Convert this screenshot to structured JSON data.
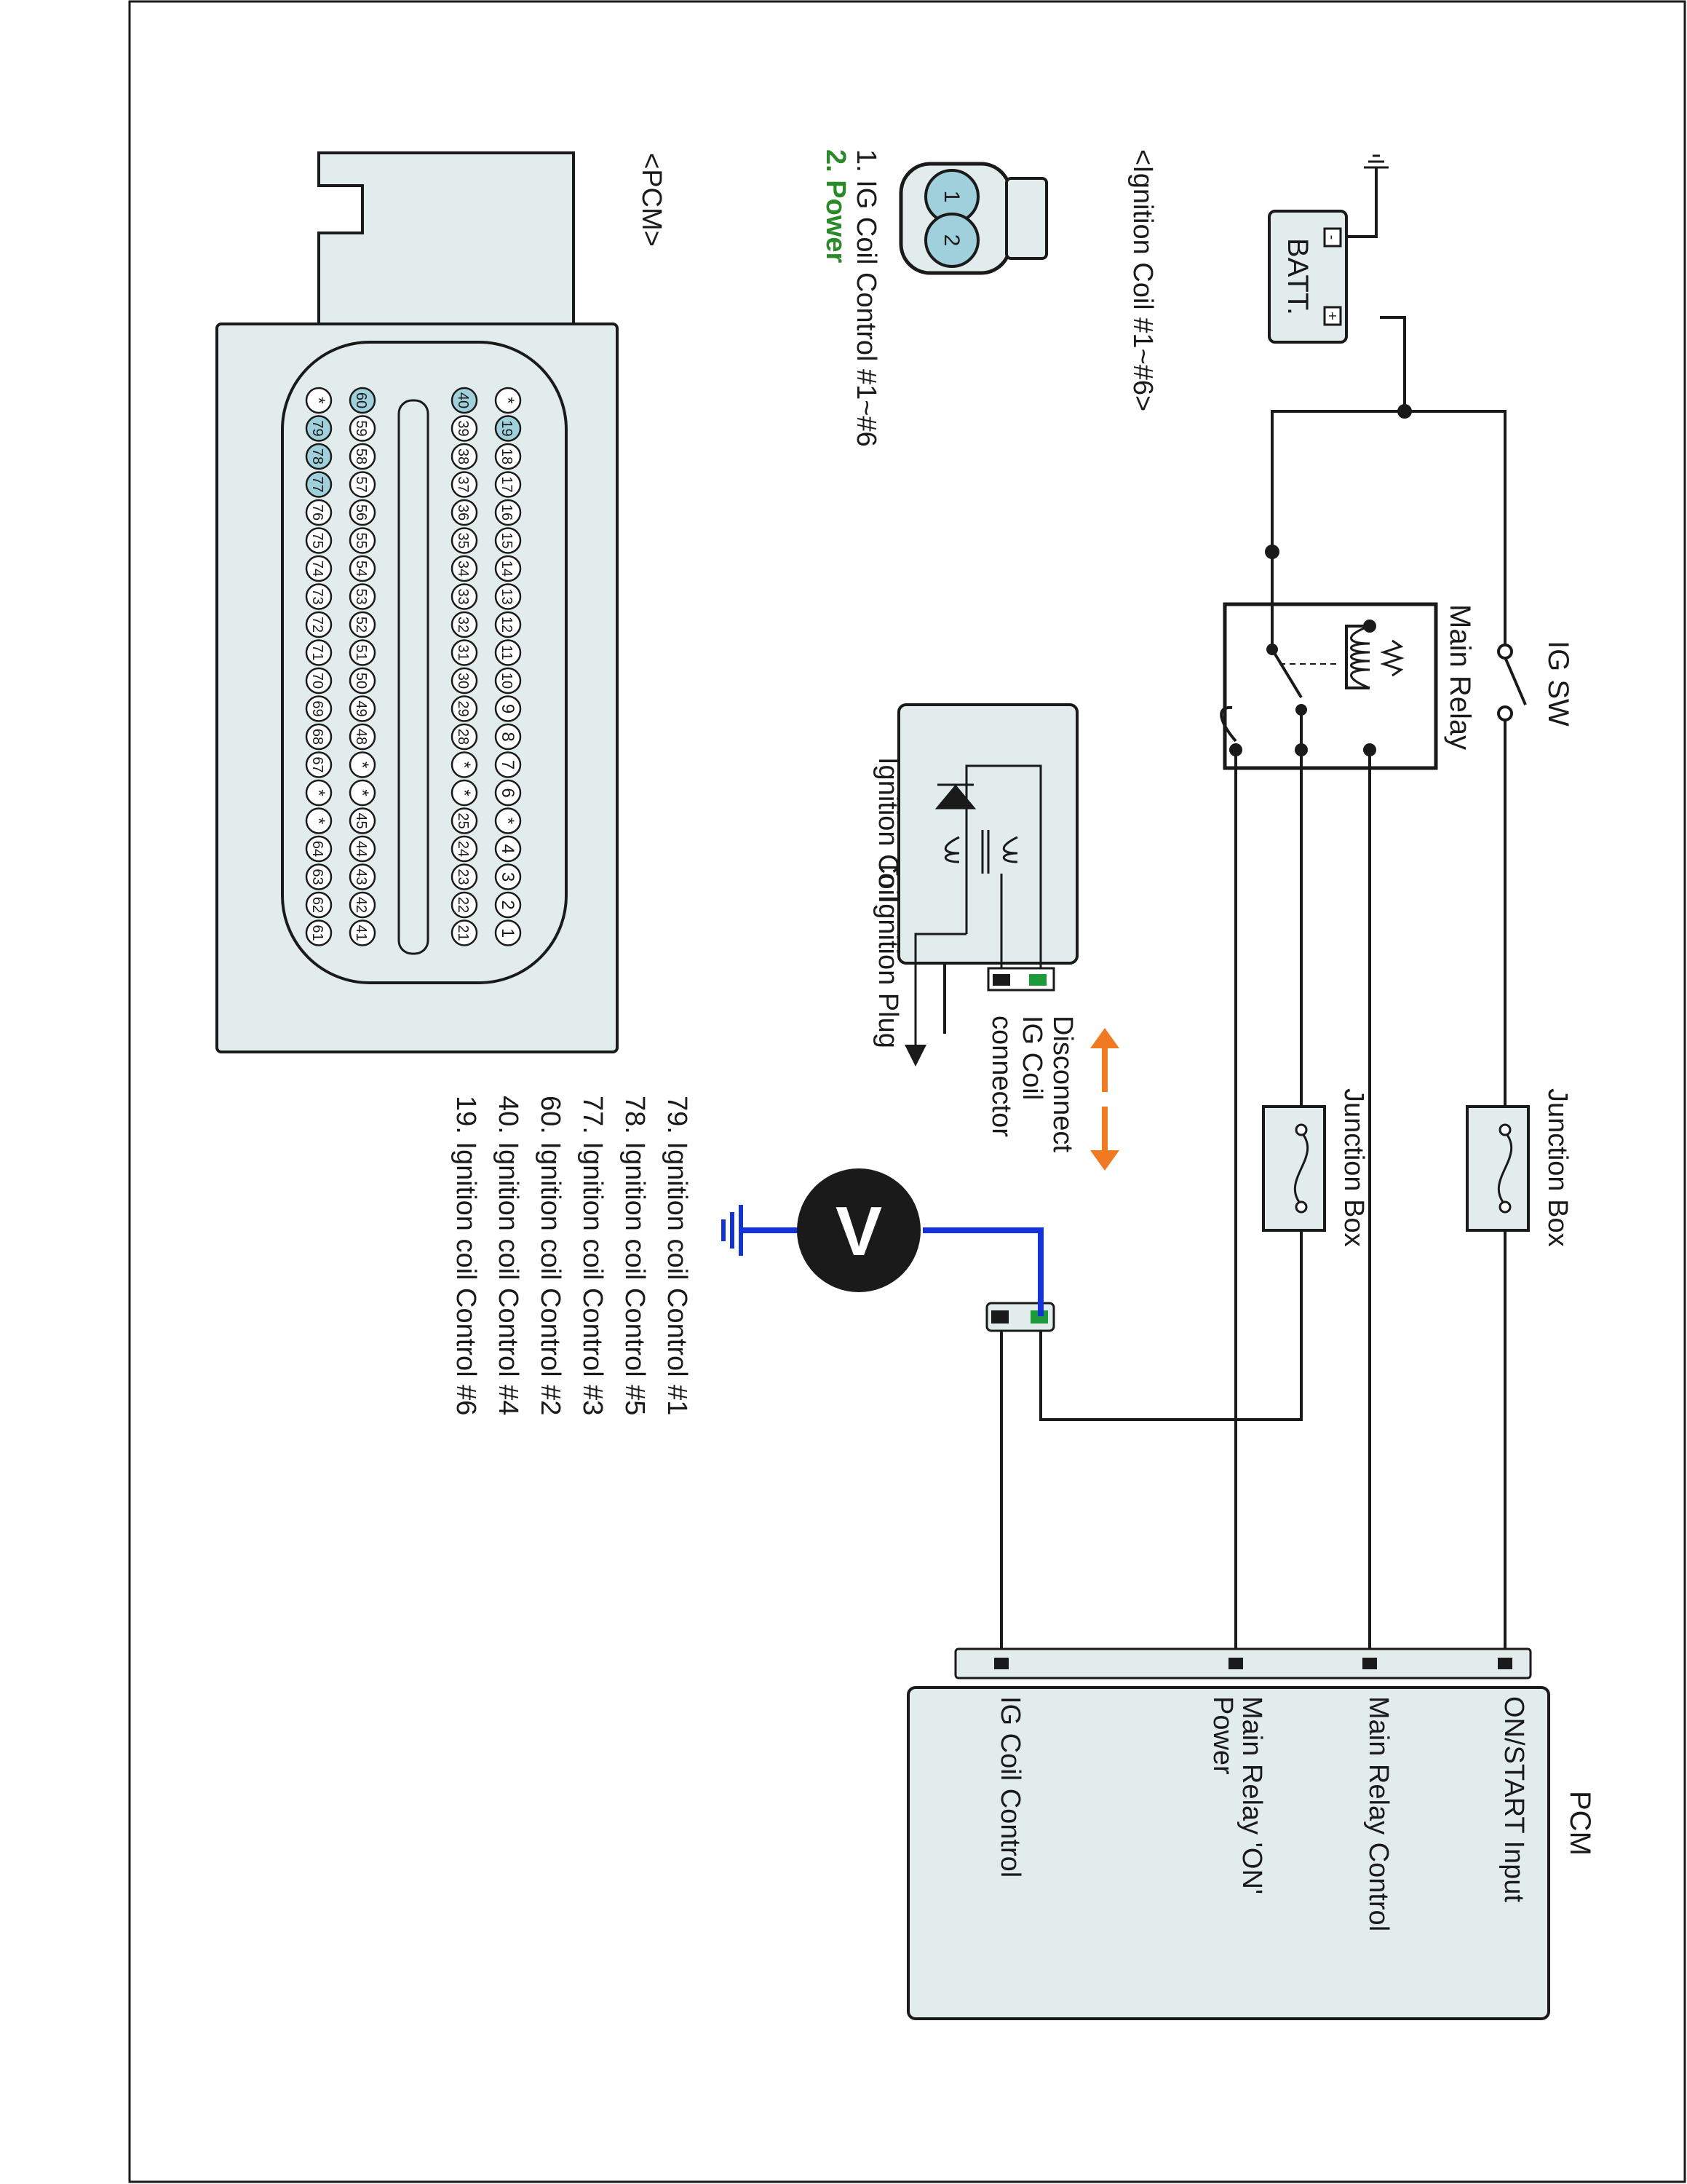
{
  "colors": {
    "line": "#1a1a1a",
    "panel": "#e3ecec",
    "pin_highlight": "#9fd0dc",
    "power_text": "#2a8a2a",
    "meter_wire": "#1433d6",
    "arrow": "#f07a22",
    "pin_green": "#1f9a3a"
  },
  "labels": {
    "batt": "BATT.",
    "batt_minus": "-",
    "batt_plus": "+",
    "ig_sw": "IG SW",
    "main_relay": "Main Relay",
    "junction_box_1": "Junction Box",
    "junction_box_2": "Junction Box",
    "pcm": "PCM",
    "ignition_coil": "Ignition Coil",
    "to_ignition_plug": "To Ignition Plug",
    "disconnect": [
      "Disconnect",
      "IG Coil",
      "connector"
    ],
    "meter": "V"
  },
  "pcm_terminals": [
    {
      "label": "ON/START Input"
    },
    {
      "label": "Main Relay Control"
    },
    {
      "label": "Main Relay 'ON'",
      "label2": "Power"
    },
    {
      "label": "IG Coil  Control"
    }
  ],
  "coil_connector": {
    "title": "<Ignition Coil #1~#6>",
    "pins": [
      "1",
      "2"
    ],
    "pin_list": [
      {
        "text": "1. IG Coil  Control #1~#6"
      },
      {
        "text": "2. Power"
      }
    ]
  },
  "pcm_connector": {
    "title": "<PCM>",
    "rows": [
      [
        "*",
        "19",
        "18",
        "17",
        "16",
        "15",
        "14",
        "13",
        "12",
        "11",
        "10",
        "9",
        "8",
        "7",
        "6",
        "*",
        "4",
        "3",
        "2",
        "1"
      ],
      [
        "40",
        "39",
        "38",
        "37",
        "36",
        "35",
        "34",
        "33",
        "32",
        "31",
        "30",
        "29",
        "28",
        "*",
        "*",
        "25",
        "24",
        "23",
        "22",
        "21"
      ],
      [
        "60",
        "59",
        "58",
        "57",
        "56",
        "55",
        "54",
        "53",
        "52",
        "51",
        "50",
        "49",
        "48",
        "*",
        "*",
        "45",
        "44",
        "43",
        "42",
        "41"
      ],
      [
        "*",
        "79",
        "78",
        "77",
        "76",
        "75",
        "74",
        "73",
        "72",
        "71",
        "70",
        "69",
        "68",
        "67",
        "*",
        "*",
        "64",
        "63",
        "62",
        "61"
      ]
    ],
    "highlighted": [
      "19",
      "40",
      "60",
      "77",
      "78",
      "79"
    ],
    "pin_list": [
      "19. Ignition coil Control #6",
      "40. Ignition coil Control #4",
      "60. Ignition coil Control #2",
      "77. Ignition coil Control #3",
      "78. Ignition coil Control #5",
      "79. Ignition coil Control #1"
    ]
  }
}
